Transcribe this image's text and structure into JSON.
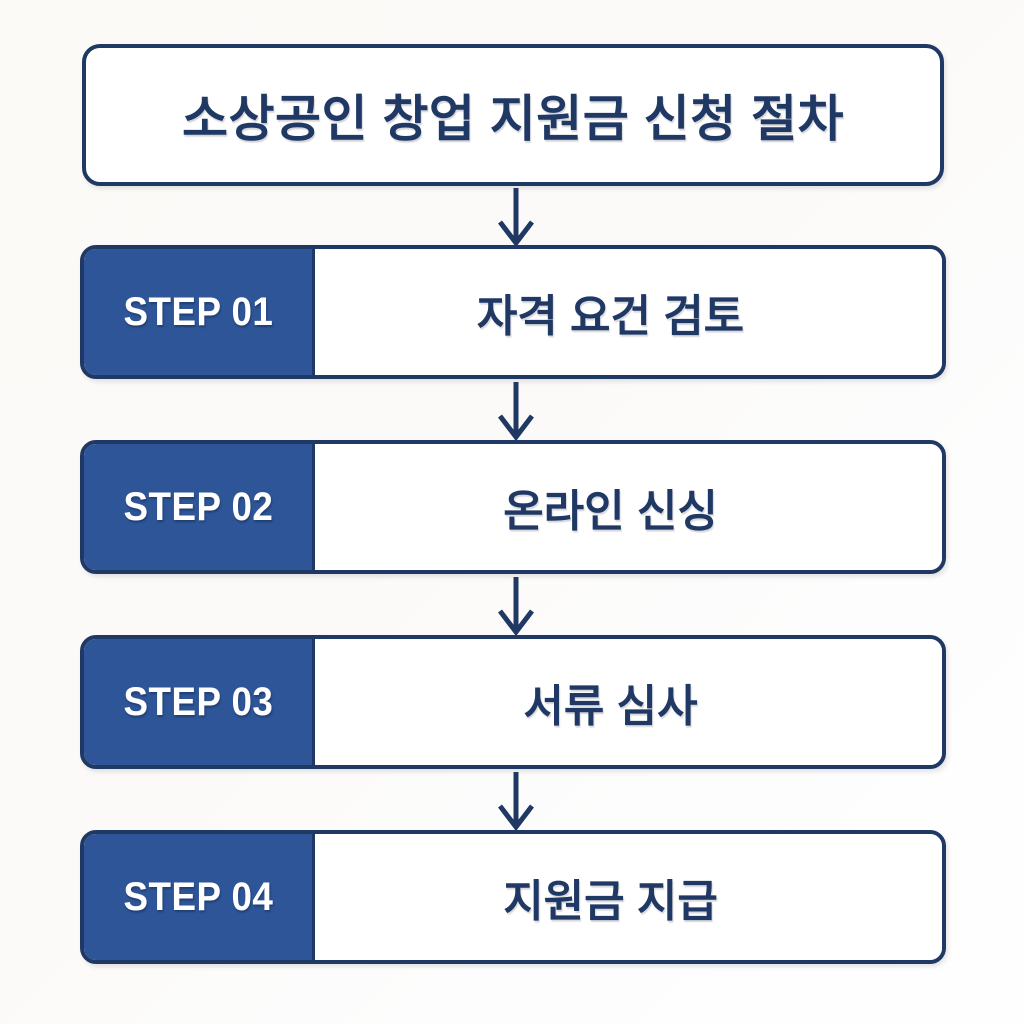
{
  "document": {
    "title": "소상공인 창업 지원금 신청 절차",
    "type": "flowchart"
  },
  "colors": {
    "background": "#faf9f7",
    "card_background": "#ffffff",
    "border": "#1f3864",
    "badge_fill": "#2d5597",
    "title_text": "#1f3864",
    "badge_text": "#ffffff",
    "arrow": "#1f3864"
  },
  "steps": [
    {
      "badge": "STEP 01",
      "title": "자격 요건 검토"
    },
    {
      "badge": "STEP 02",
      "title": "온라인 신싱"
    },
    {
      "badge": "STEP 03",
      "title": "서류 심사"
    },
    {
      "badge": "STEP 04",
      "title": "지원금 지급"
    }
  ],
  "connectors": [
    {
      "name": "arrow-title-to-step-01"
    },
    {
      "name": "arrow-step-01-to-step-02"
    },
    {
      "name": "arrow-step-02-to-step-03"
    },
    {
      "name": "arrow-step-03-to-step-04"
    }
  ]
}
